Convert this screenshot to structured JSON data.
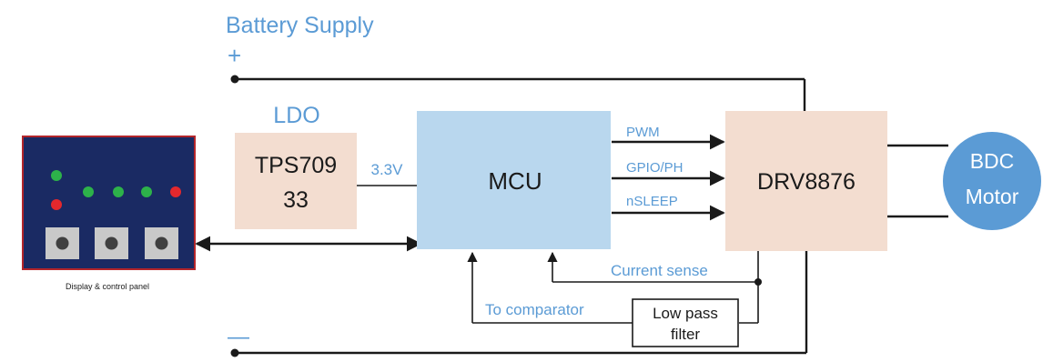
{
  "supply": {
    "title": "Battery Supply",
    "plus": "+",
    "minus": "—"
  },
  "ldo": {
    "heading": "LDO",
    "line1": "TPS709",
    "line2": "33",
    "output": "3.3V"
  },
  "mcu": {
    "label": "MCU"
  },
  "driver": {
    "label": "DRV8876"
  },
  "motor": {
    "line1": "BDC",
    "line2": "Motor"
  },
  "signals": {
    "pwm": "PWM",
    "gpio": "GPIO/PH",
    "nsleep": "nSLEEP",
    "current_sense": "Current sense",
    "to_comparator": "To comparator"
  },
  "filter": {
    "line1": "Low pass",
    "line2": "filter"
  },
  "panel": {
    "caption": "Display & control panel",
    "leds": [
      "green",
      "red",
      "green",
      "green",
      "green",
      "red"
    ],
    "buttons": 3
  },
  "colors": {
    "accent_blue": "#5b9bd5",
    "ldo_fill": "#f3ddd0",
    "mcu_fill": "#b9d7ee",
    "driver_fill": "#f3ddd0",
    "motor_fill": "#5b9bd5",
    "panel_fill": "#1a2a63",
    "panel_border": "#b3262b",
    "led_green": "#2db24a",
    "led_red": "#e4282d"
  }
}
